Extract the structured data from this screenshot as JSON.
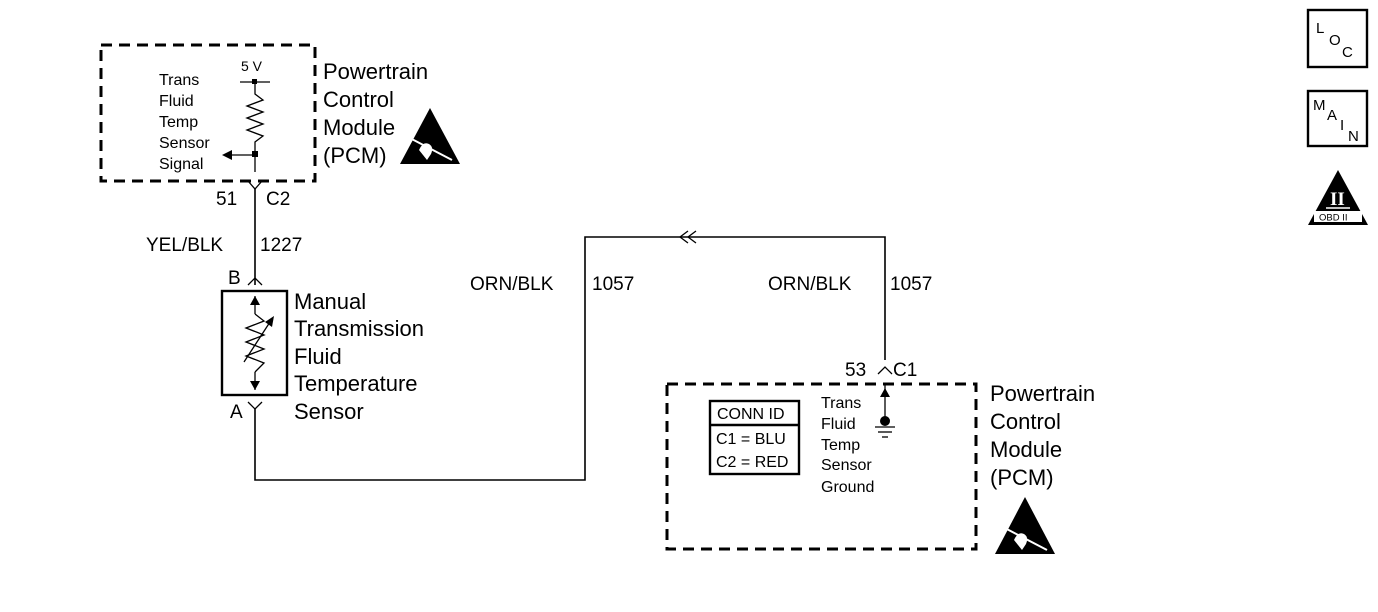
{
  "pcm_top": {
    "voltage": "5 V",
    "circuit_lines": [
      "Trans",
      "Fluid",
      "Temp",
      "Sensor",
      "Signal"
    ],
    "module_lines": [
      "Powertrain",
      "Control",
      "Module",
      "(PCM)"
    ],
    "pin": "51",
    "connector": "C2"
  },
  "wire_top": {
    "color": "YEL/BLK",
    "circuit": "1227"
  },
  "sensor": {
    "terminal_top": "B",
    "terminal_bottom": "A",
    "name_lines": [
      "Manual",
      "Transmission",
      "Fluid",
      "Temperature",
      "Sensor"
    ]
  },
  "wire_ground_left": {
    "color": "ORN/BLK",
    "circuit": "1057"
  },
  "wire_ground_right": {
    "color": "ORN/BLK",
    "circuit": "1057"
  },
  "pcm_bottom": {
    "pin": "53",
    "connector": "C1",
    "circuit_lines": [
      "Trans",
      "Fluid",
      "Temp",
      "Sensor",
      "Ground"
    ],
    "module_lines": [
      "Powertrain",
      "Control",
      "Module",
      "(PCM)"
    ],
    "conn_id": {
      "title": "CONN ID",
      "rows": [
        "C1 = BLU",
        "C2 = RED"
      ]
    }
  },
  "side_icons": {
    "loc": {
      "letters": [
        "L",
        "O",
        "C"
      ]
    },
    "main": {
      "letters": [
        "M",
        "A",
        "I",
        "N"
      ]
    },
    "obd": {
      "numeral": "II",
      "caption": "OBD II"
    }
  }
}
